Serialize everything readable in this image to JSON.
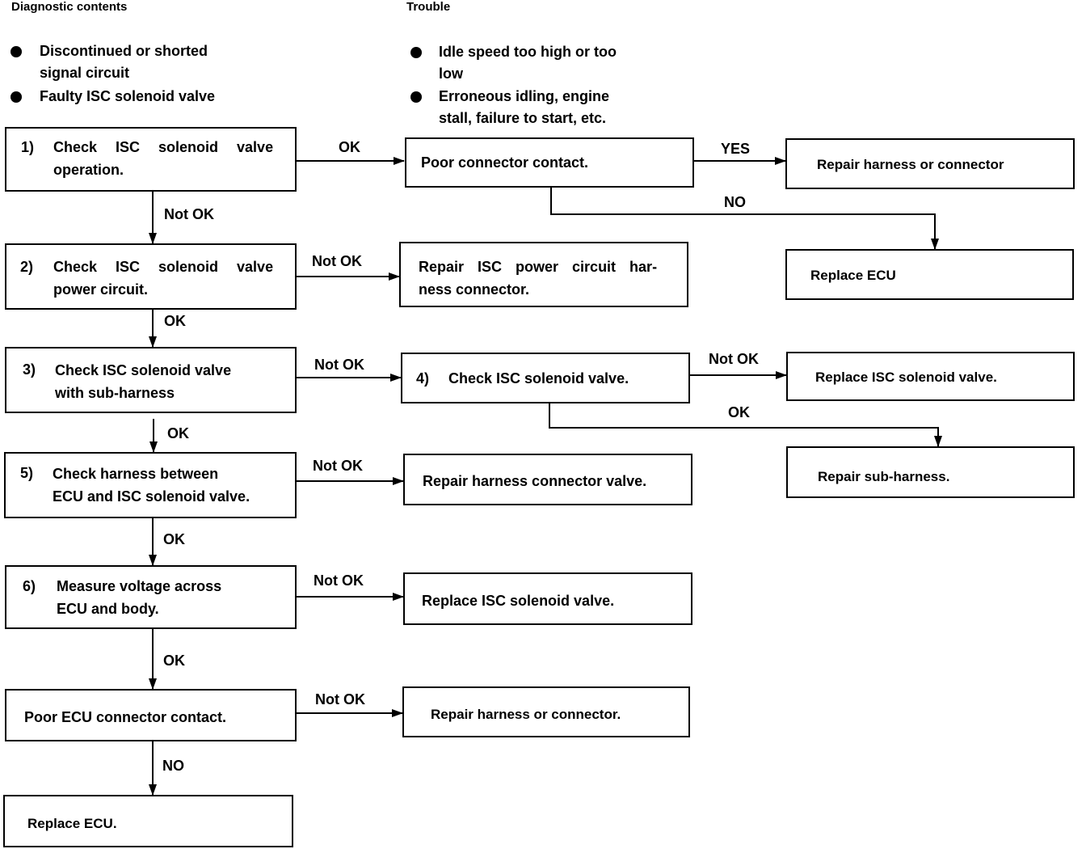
{
  "headers": {
    "diagnostic": "Diagnostic contents",
    "trouble": "Trouble"
  },
  "diagnostic_items": [
    {
      "line1": "Discontinued or shorted",
      "line2": "signal circuit"
    },
    {
      "line1": "Faulty ISC solenoid valve",
      "line2": ""
    }
  ],
  "trouble_items": [
    {
      "line1": "Idle speed too high or too",
      "line2": "low"
    },
    {
      "line1": "Erroneous idling, engine",
      "line2": "stall, failure to start, etc."
    }
  ],
  "steps": {
    "s1": {
      "num": "1)",
      "line1": "Check ISC solenoid valve",
      "line2": "operation."
    },
    "s2": {
      "num": "2)",
      "line1": "Check ISC solenoid valve",
      "line2": "power circuit."
    },
    "s3": {
      "num": "3)",
      "line1": "Check ISC solenoid valve",
      "line2": "with sub-harness"
    },
    "s4": {
      "num": "4)",
      "line1": "Check ISC solenoid valve."
    },
    "s5": {
      "num": "5)",
      "line1": "Check harness between",
      "line2": "ECU and ISC solenoid valve."
    },
    "s6": {
      "num": "6)",
      "line1": "Measure voltage across",
      "line2": "ECU and body."
    },
    "poor_ecu": {
      "line1": "Poor ECU connector contact."
    },
    "replace_ecu_bottom": {
      "line1": "Replace ECU."
    },
    "poor_conn": {
      "line1": "Poor connector contact."
    },
    "repair_harness_conn_top": {
      "line1": "Repair harness or connector"
    },
    "replace_ecu_top": {
      "line1": "Replace ECU"
    },
    "repair_isc_power": {
      "line1": "Repair ISC power circuit har-",
      "line2": "ness connector."
    },
    "replace_isc_top": {
      "line1": "Replace ISC solenoid valve."
    },
    "repair_sub": {
      "line1": "Repair sub-harness."
    },
    "repair_harness_valve": {
      "line1": "Repair harness connector valve."
    },
    "replace_isc_mid": {
      "line1": "Replace ISC solenoid valve."
    },
    "repair_harness_conn_bottom": {
      "line1": "Repair harness or connector."
    }
  },
  "labels": {
    "ok_1": "OK",
    "yes": "YES",
    "no_top": "NO",
    "notok_1": "Not OK",
    "notok_2": "Not OK",
    "ok_2": "OK",
    "notok_3": "Not OK",
    "notok_4": "Not OK",
    "ok_3": "OK",
    "ok_4": "OK",
    "notok_5": "Not OK",
    "ok_5": "OK",
    "notok_6": "Not OK",
    "ok_6": "OK",
    "notok_7": "Not OK",
    "no_bottom": "NO"
  }
}
